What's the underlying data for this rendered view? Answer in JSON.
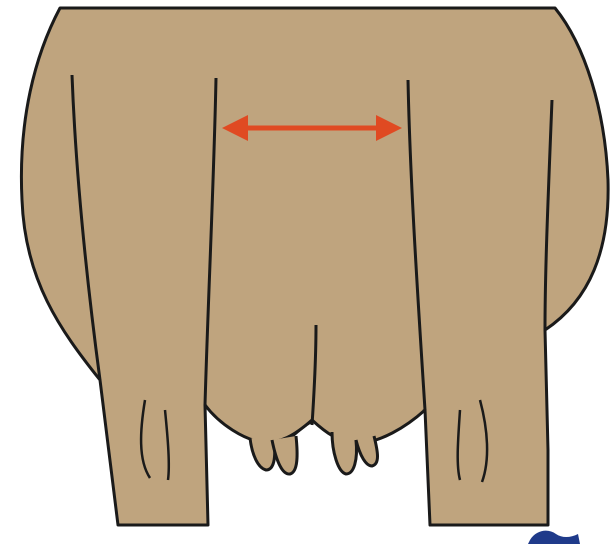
{
  "diagram": {
    "subject": "cow-rear-view-udder-width",
    "colors": {
      "body_fill": "#bfa47e",
      "outline": "#1a1a1a",
      "arrow": "#e04a22",
      "background": "#ffffff",
      "corner_mark": "#1f3a8a"
    },
    "icons": [
      "double-headed-arrow",
      "udder",
      "teat"
    ]
  }
}
